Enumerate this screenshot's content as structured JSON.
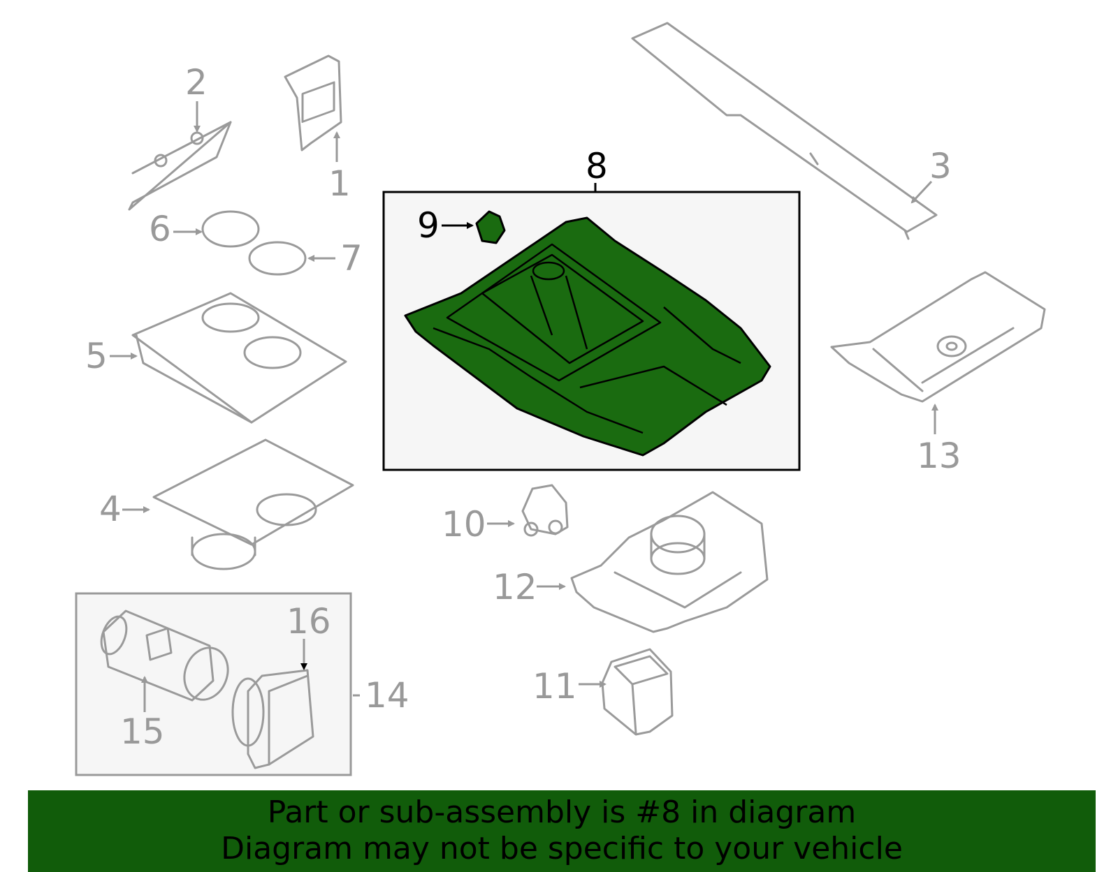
{
  "callouts": {
    "c1": "1",
    "c2": "2",
    "c3": "3",
    "c4": "4",
    "c5": "5",
    "c6": "6",
    "c7": "7",
    "c8": "8",
    "c9": "9",
    "c10": "10",
    "c11": "11",
    "c12": "12",
    "c13": "13",
    "c14": "14",
    "c15": "15",
    "c16": "16"
  },
  "highlight": {
    "part_number": "8",
    "fill_color": "#1a6b10"
  },
  "banner": {
    "line1": "Part or sub-assembly is #8 in diagram",
    "line2": "Diagram may not be specific to your vehicle",
    "color": "#115c0a"
  }
}
